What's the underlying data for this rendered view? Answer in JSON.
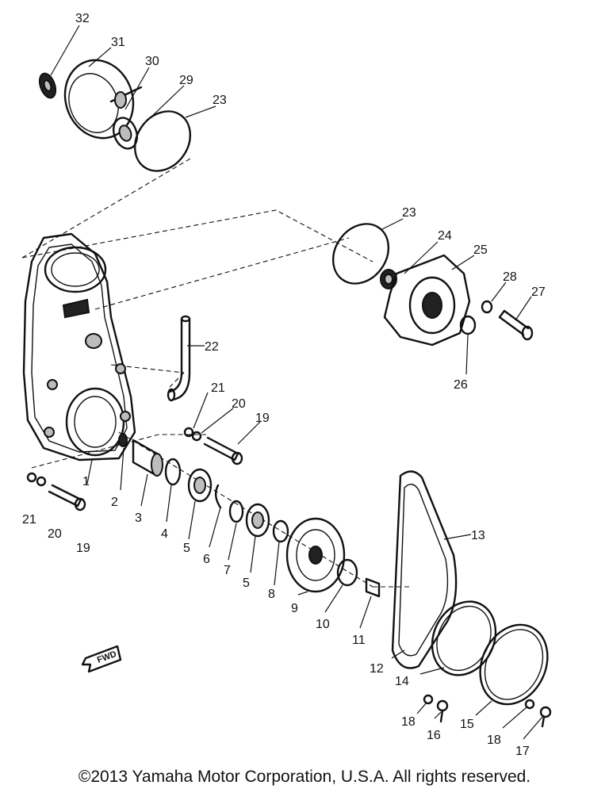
{
  "labels": {
    "p1": "1",
    "p2": "2",
    "p3": "3",
    "p4": "4",
    "p5a": "5",
    "p5b": "5",
    "p6": "6",
    "p7": "7",
    "p8": "8",
    "p9": "9",
    "p10": "10",
    "p11": "11",
    "p12": "12",
    "p13": "13",
    "p14": "14",
    "p15": "15",
    "p16": "16",
    "p17": "17",
    "p18a": "18",
    "p18b": "18",
    "p19a": "19",
    "p19b": "19",
    "p20a": "20",
    "p20b": "20",
    "p21a": "21",
    "p21b": "21",
    "p22": "22",
    "p23a": "23",
    "p23b": "23",
    "p24": "24",
    "p25": "25",
    "p26": "26",
    "p27": "27",
    "p28": "28",
    "p29": "29",
    "p30": "30",
    "p31": "31",
    "p32": "32"
  },
  "fwd_marker": "FWD",
  "copyright": "©2013 Yamaha Motor Corporation, U.S.A. All rights reserved."
}
